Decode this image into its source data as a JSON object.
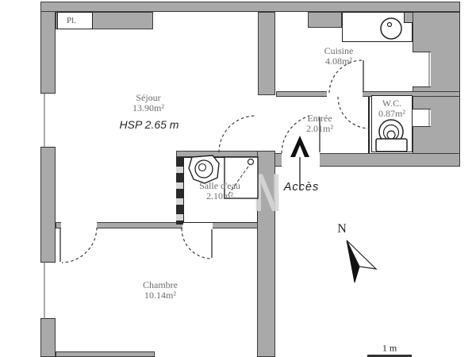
{
  "plan": {
    "rooms": [
      {
        "id": "sejour",
        "name": "Séjour",
        "area": "13.90m²"
      },
      {
        "id": "cuisine",
        "name": "Cuisine",
        "area": "4.08m²"
      },
      {
        "id": "entree",
        "name": "Entrée",
        "area": "2.01m²"
      },
      {
        "id": "wc",
        "name": "W.C.",
        "area": "0.87m²"
      },
      {
        "id": "salle_deau",
        "name": "Salle d'eau",
        "area": "2.10m²"
      },
      {
        "id": "chambre",
        "name": "Chambre",
        "area": "10.14m²"
      }
    ],
    "annotations": {
      "ceiling_height": "HSP 2.65 m",
      "access": "Accès",
      "closet": "Pl.",
      "north": "N",
      "scale": "1 m",
      "watermark": "N"
    },
    "colors": {
      "wall": "#a9a9a9",
      "line": "#3a3a3a",
      "label": "#6e6e6e",
      "ink": "#222222",
      "background": "#ffffff"
    }
  }
}
